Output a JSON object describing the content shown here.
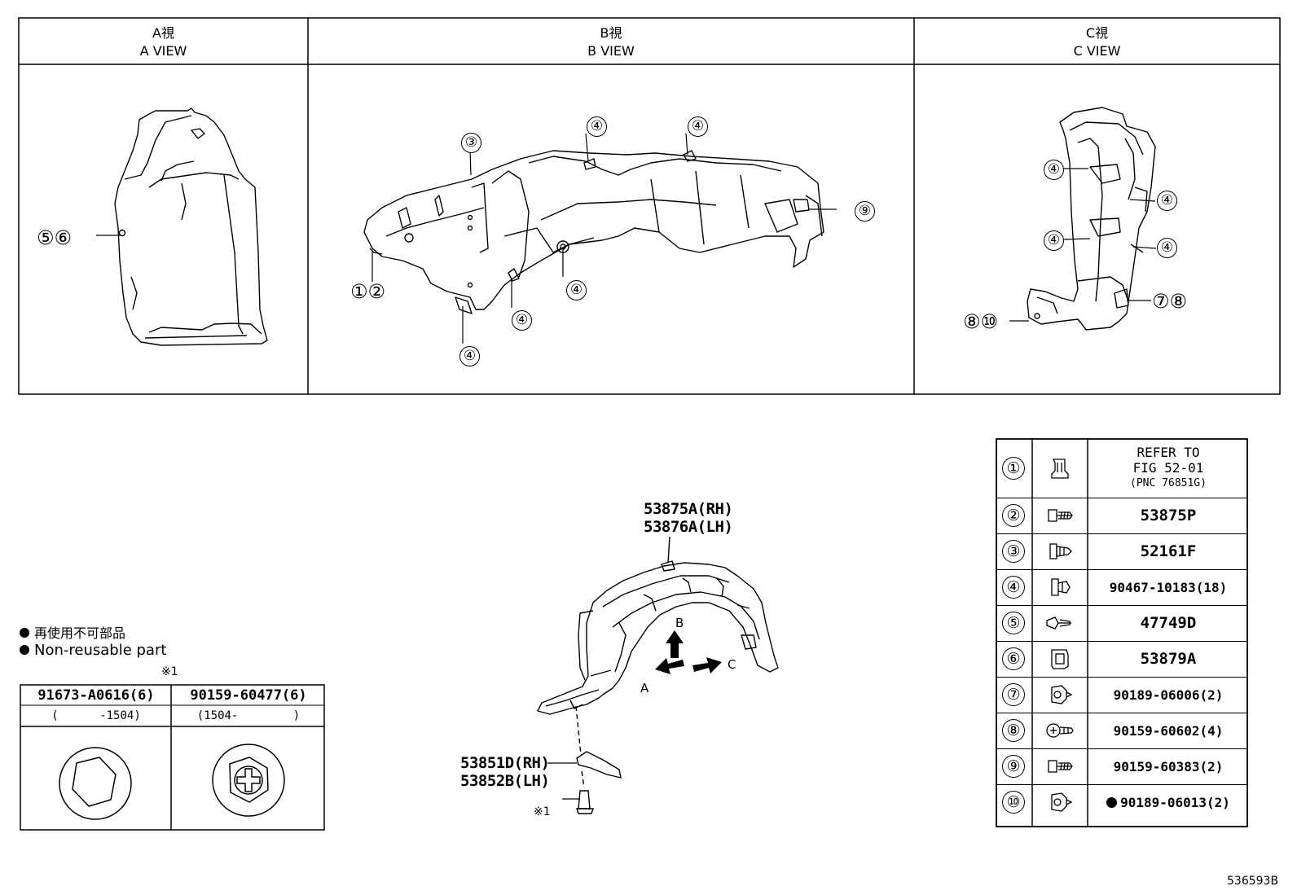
{
  "views": [
    {
      "jp": "A視",
      "en": "A VIEW"
    },
    {
      "jp": "B視",
      "en": "B VIEW"
    },
    {
      "jp": "C視",
      "en": "C VIEW"
    }
  ],
  "callouts": {
    "a_view": [
      "⑤⑥"
    ],
    "b_view": [
      "③",
      "④",
      "④",
      "⑨",
      "①②",
      "④",
      "④",
      "④"
    ],
    "c_view": [
      "④",
      "④",
      "④",
      "④",
      "⑦⑧",
      "⑧⑩"
    ]
  },
  "main_parts": {
    "liner_rh": "53875A(RH)",
    "liner_lh": "53876A(LH)",
    "bracket_rh": "53851D(RH)",
    "bracket_lh": "53852B(LH)",
    "bolt_note": "※1",
    "arrow_a": "A",
    "arrow_b": "B",
    "arrow_c": "C"
  },
  "notes": {
    "jp": "再使用不可部品",
    "en": "Non-reusable part",
    "ref": "※1"
  },
  "bolt_table": {
    "columns": [
      {
        "part": "91673-A0616(6)",
        "range": "(      -1504)"
      },
      {
        "part": "90159-60477(6)",
        "range": "(1504-        )"
      }
    ]
  },
  "parts_legend": [
    {
      "num": "①",
      "icon": "clip-icon",
      "text": [
        "REFER TO",
        "FIG 52-01",
        "(PNC 76851G)"
      ]
    },
    {
      "num": "②",
      "icon": "screw-icon",
      "text": "53875P"
    },
    {
      "num": "③",
      "icon": "rivet-icon",
      "text": "52161F"
    },
    {
      "num": "④",
      "icon": "push-clip-icon",
      "text": "90467-10183(18)"
    },
    {
      "num": "⑤",
      "icon": "fastener-icon",
      "text": "47749D"
    },
    {
      "num": "⑥",
      "icon": "nut-clip-icon",
      "text": "53879A"
    },
    {
      "num": "⑦",
      "icon": "grommet-icon",
      "text": "90189-06006(2)"
    },
    {
      "num": "⑧",
      "icon": "bolt-icon",
      "text": "90159-60602(4)"
    },
    {
      "num": "⑨",
      "icon": "screw-icon",
      "text": "90159-60383(2)"
    },
    {
      "num": "⑩",
      "icon": "grommet-icon",
      "text": "90189-06013(2)",
      "non_reusable": true
    }
  ],
  "figure_id": "536593B"
}
